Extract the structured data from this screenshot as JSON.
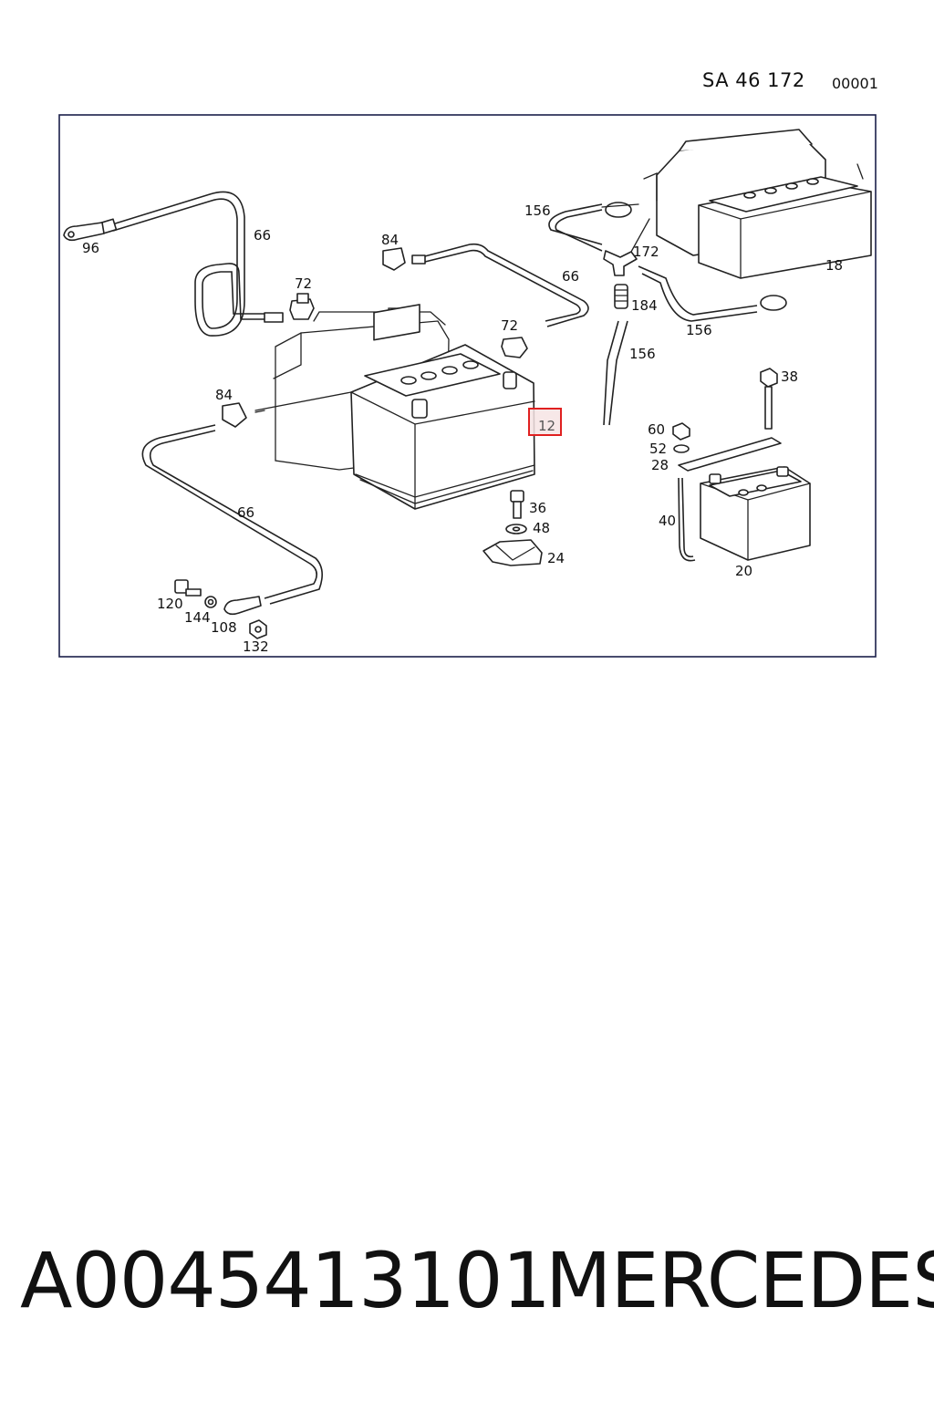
{
  "header": {
    "code": "SA  46 172",
    "sequence": "00001"
  },
  "callouts": {
    "c96": "96",
    "c66a": "66",
    "c84a": "84",
    "c72a": "72",
    "c66b": "66",
    "c72b": "72",
    "c84b": "84",
    "c66c": "66",
    "c12": "12",
    "c120": "120",
    "c144": "144",
    "c108": "108",
    "c132": "132",
    "c36": "36",
    "c48": "48",
    "c24": "24",
    "c156a": "156",
    "c172": "172",
    "c184": "184",
    "c156b": "156",
    "c156c": "156",
    "c18": "18",
    "c38": "38",
    "c60": "60",
    "c52": "52",
    "c28": "28",
    "c40": "40",
    "c20": "20"
  },
  "highlight": {
    "part": "12",
    "color": "#e02020"
  },
  "footer": {
    "part_number": "A0045413101",
    "brand": "MERCEDES"
  }
}
